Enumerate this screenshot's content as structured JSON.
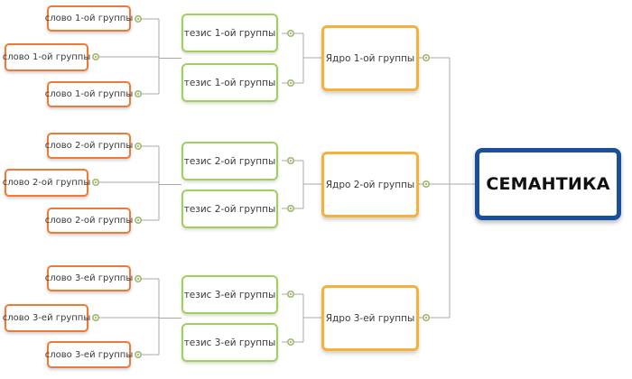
{
  "root": {
    "label": "СЕМАНТИКА"
  },
  "groups": [
    {
      "core": "Ядро 1-ой группы",
      "theses": [
        "тезис 1-ой группы",
        "тезис 1-ой группы"
      ],
      "words": [
        "слово 1-ой группы",
        "слово 1-ой группы",
        "слово 1-ой группы"
      ]
    },
    {
      "core": "Ядро 2-ой группы",
      "theses": [
        "тезис 2-ой группы",
        "тезис 2-ой группы"
      ],
      "words": [
        "слово 2-ой группы",
        "слово 2-ой группы",
        "слово 2-ой группы"
      ]
    },
    {
      "core": "Ядро 3-ей группы",
      "theses": [
        "тезис 3-ей группы",
        "тезис 3-ей группы"
      ],
      "words": [
        "слово 3-ей группы",
        "слово 3-ей группы",
        "слово 3-ей группы"
      ]
    }
  ],
  "colors": {
    "word_border": "#ee7a35",
    "thesis_border": "#9fd05a",
    "core_border": "#f6b13c",
    "root_border": "#1a4f9c",
    "connector": "#a8a8a8",
    "dot": "#9fb86a"
  }
}
